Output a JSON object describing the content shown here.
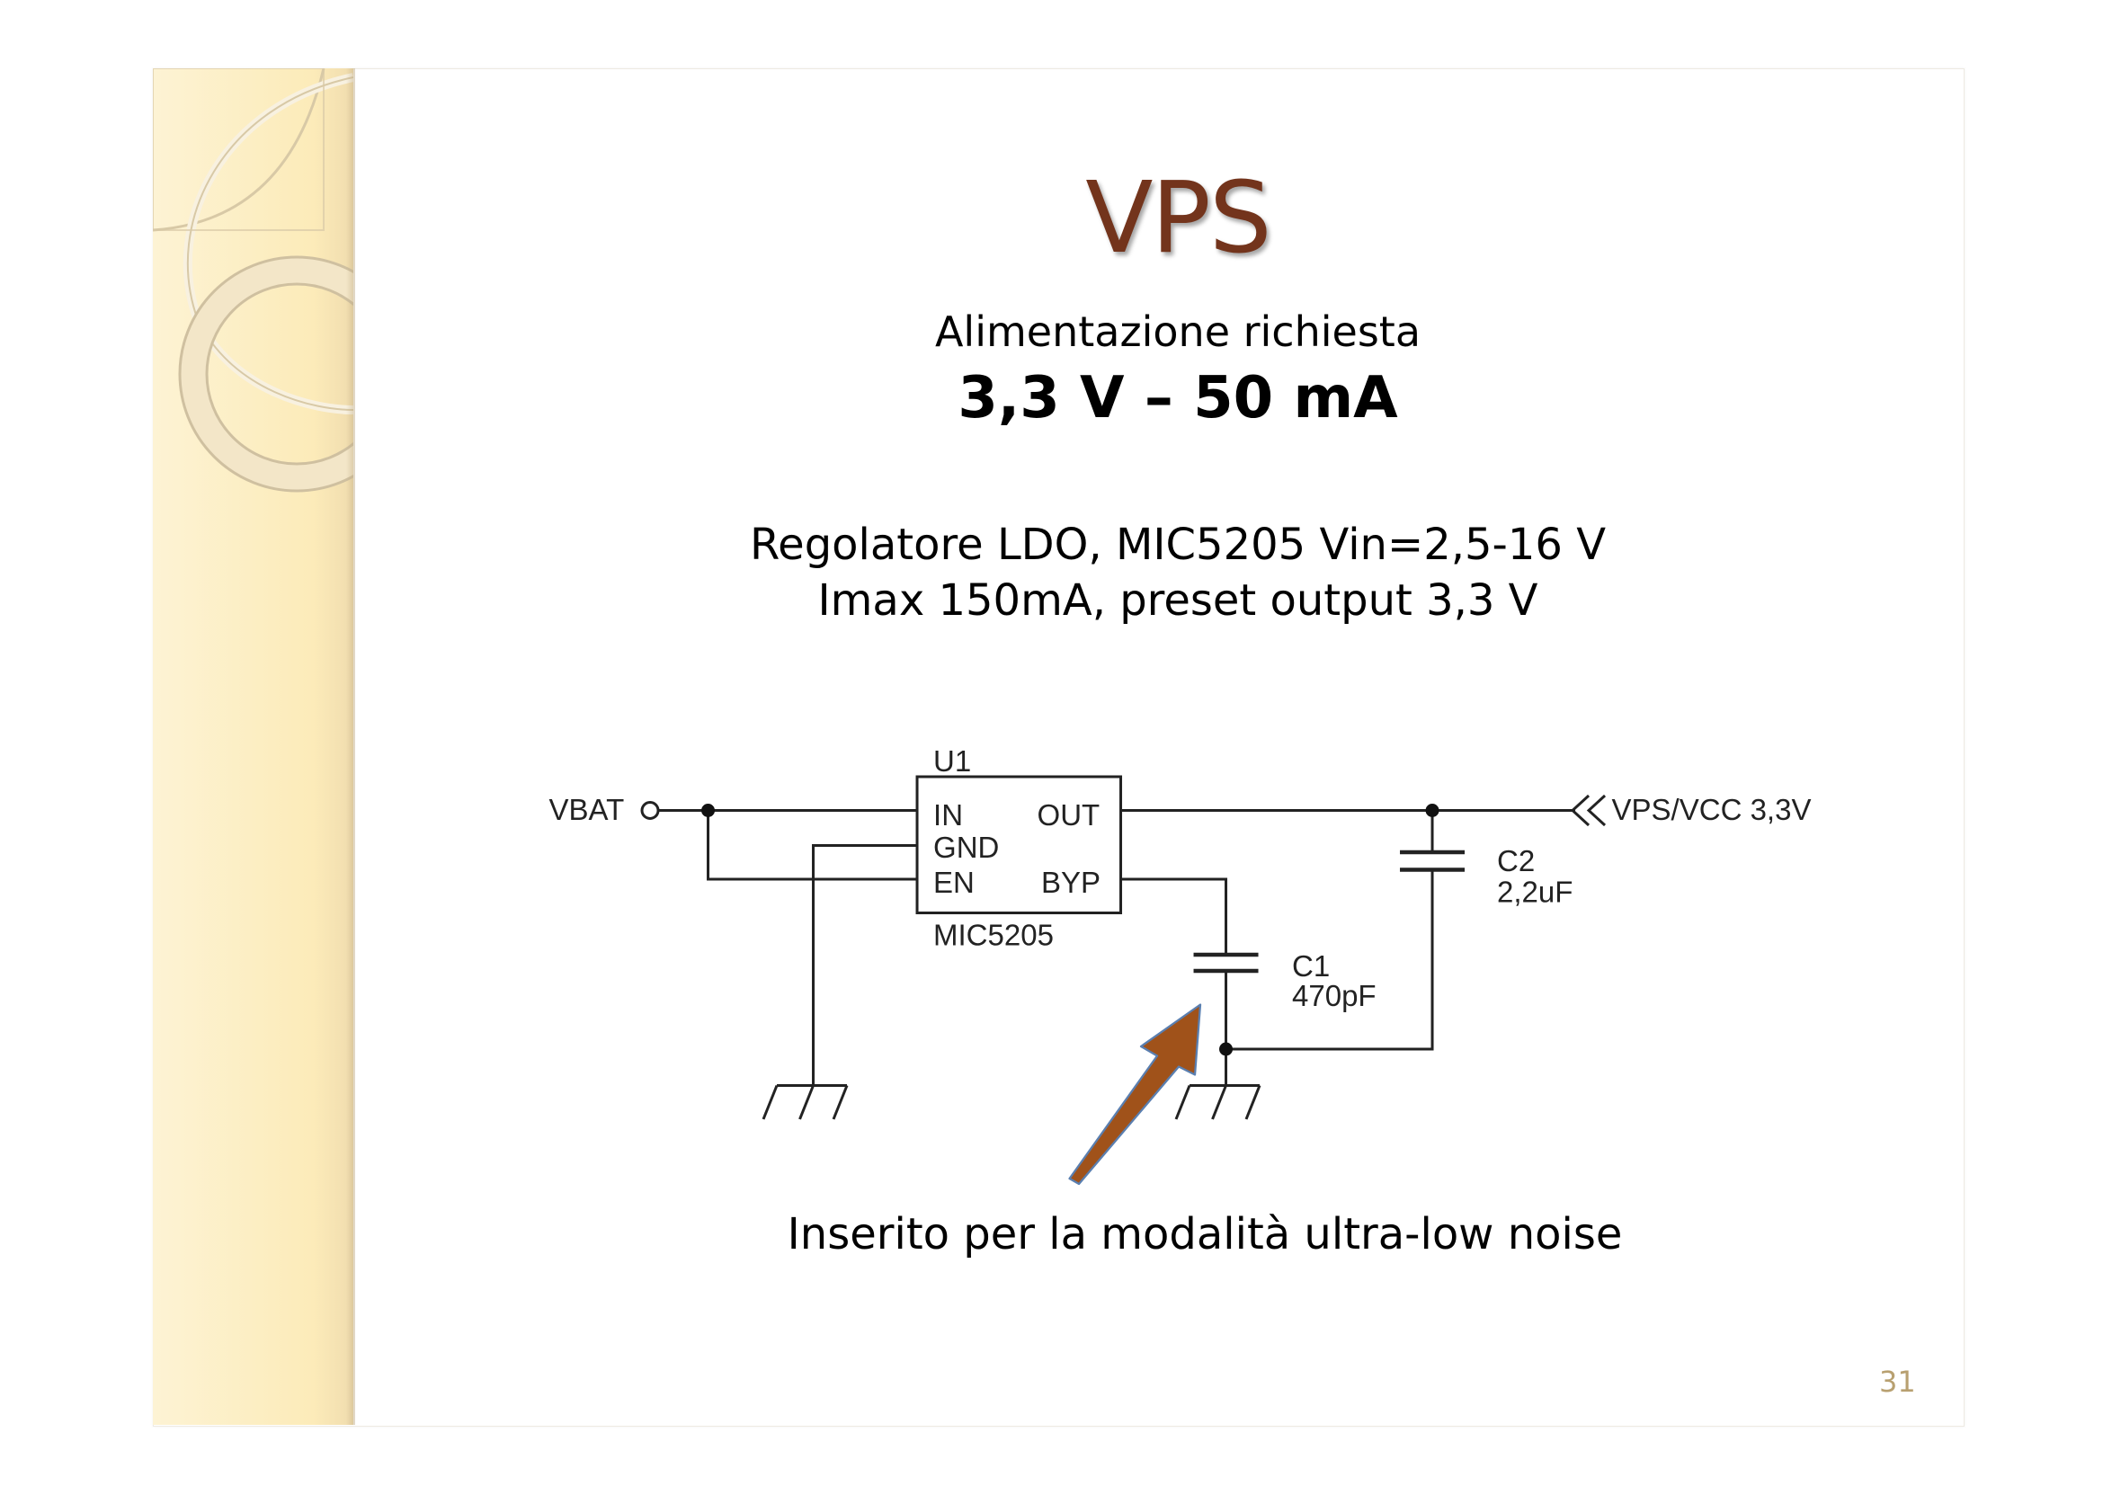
{
  "slide": {
    "title": "VPS",
    "subtitle": "Alimentazione richiesta",
    "requirement": "3,3 V – 50 mA",
    "regulator_line1": "Regolatore LDO, MIC5205  Vin=2,5-16 V",
    "regulator_line2": "Imax 150mA, preset output 3,3 V",
    "note": "Inserito per la modalità ultra-low noise",
    "page_number": "31"
  },
  "circuit": {
    "input_label": "VBAT",
    "output_label": "VPS/VCC 3,3V",
    "ic_ref": "U1",
    "ic_part": "MIC5205",
    "pins": {
      "in": "IN",
      "out": "OUT",
      "gnd": "GND",
      "en": "EN",
      "byp": "BYP"
    },
    "c1_ref": "C1",
    "c1_value": "470pF",
    "c2_ref": "C2",
    "c2_value": "2,2uF"
  },
  "colors": {
    "title": "#73341c",
    "arrow": "#a0521a",
    "arrow_outline": "#5a7fb0",
    "sidebar": "#fcebb9",
    "page_number": "#b8a070"
  }
}
